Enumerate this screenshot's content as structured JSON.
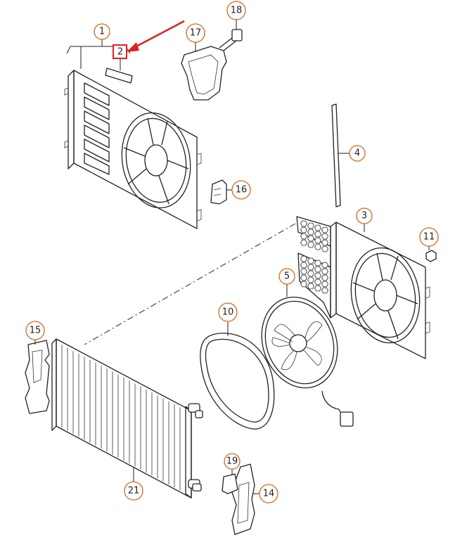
{
  "callouts": [
    {
      "id": "c1",
      "label": "1"
    },
    {
      "id": "c2",
      "label": "2"
    },
    {
      "id": "c3",
      "label": "3"
    },
    {
      "id": "c4",
      "label": "4"
    },
    {
      "id": "c5",
      "label": "5"
    },
    {
      "id": "c10",
      "label": "10"
    },
    {
      "id": "c11",
      "label": "11"
    },
    {
      "id": "c14",
      "label": "14"
    },
    {
      "id": "c15",
      "label": "15"
    },
    {
      "id": "c16",
      "label": "16"
    },
    {
      "id": "c17",
      "label": "17"
    },
    {
      "id": "c18",
      "label": "18"
    },
    {
      "id": "c19",
      "label": "19"
    },
    {
      "id": "c21",
      "label": "21"
    }
  ],
  "highlight": {
    "label": "2",
    "color": "#e02020"
  },
  "colors": {
    "callout_ring": "#d2691e",
    "line": "#222222",
    "highlight": "#e02020"
  }
}
